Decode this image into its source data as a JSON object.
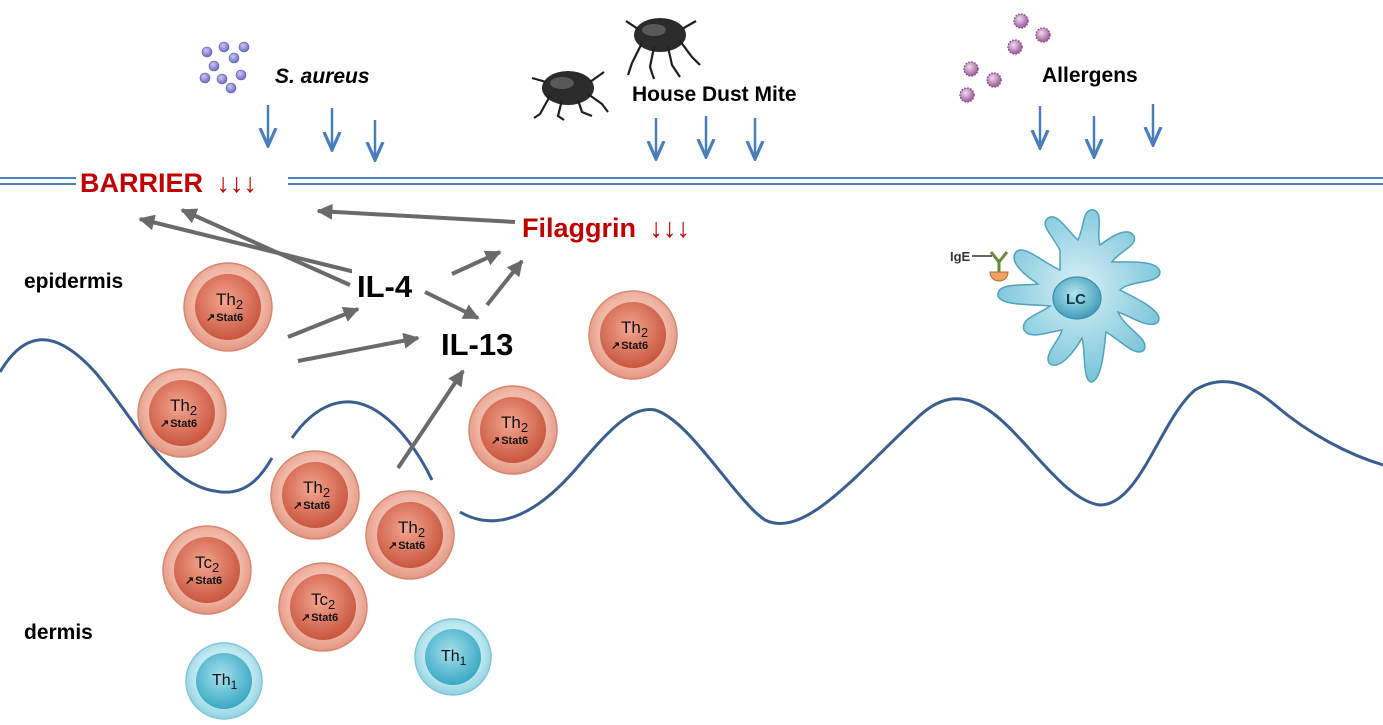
{
  "stimuli": {
    "s_aureus": "S. aureus",
    "house_dust_mite": "House Dust Mite",
    "allergens": "Allergens"
  },
  "barrier": {
    "label": "BARRIER",
    "arrows": "↓↓↓"
  },
  "filaggrin": {
    "label": "Filaggrin",
    "arrows": "↓↓↓"
  },
  "cytokines": {
    "il4": "IL-4",
    "il13": "IL-13"
  },
  "layers": {
    "epidermis": "epidermis",
    "dermis": "dermis"
  },
  "cells": {
    "th2": {
      "main": "Th",
      "sub": "2",
      "marker": "Stat6"
    },
    "tc2": {
      "main": "Tc",
      "sub": "2",
      "marker": "Stat6"
    },
    "th1": {
      "main": "Th",
      "sub": "1"
    },
    "lc": "LC",
    "ige": "IgE"
  },
  "colors": {
    "barrier_line": "#4f81bd",
    "skin_wave": "#3a5f8f",
    "stimulus_arrow": "#4a7ebb",
    "cytokine_arrow": "#6a6a6a",
    "red_text": "#c00000",
    "th2_fill": "#d9735e",
    "th1_fill": "#5bbcd3",
    "lc_fill": "#7cc7dc",
    "bacteria": "#8c8cd0",
    "allergen": "#b07fb0"
  }
}
